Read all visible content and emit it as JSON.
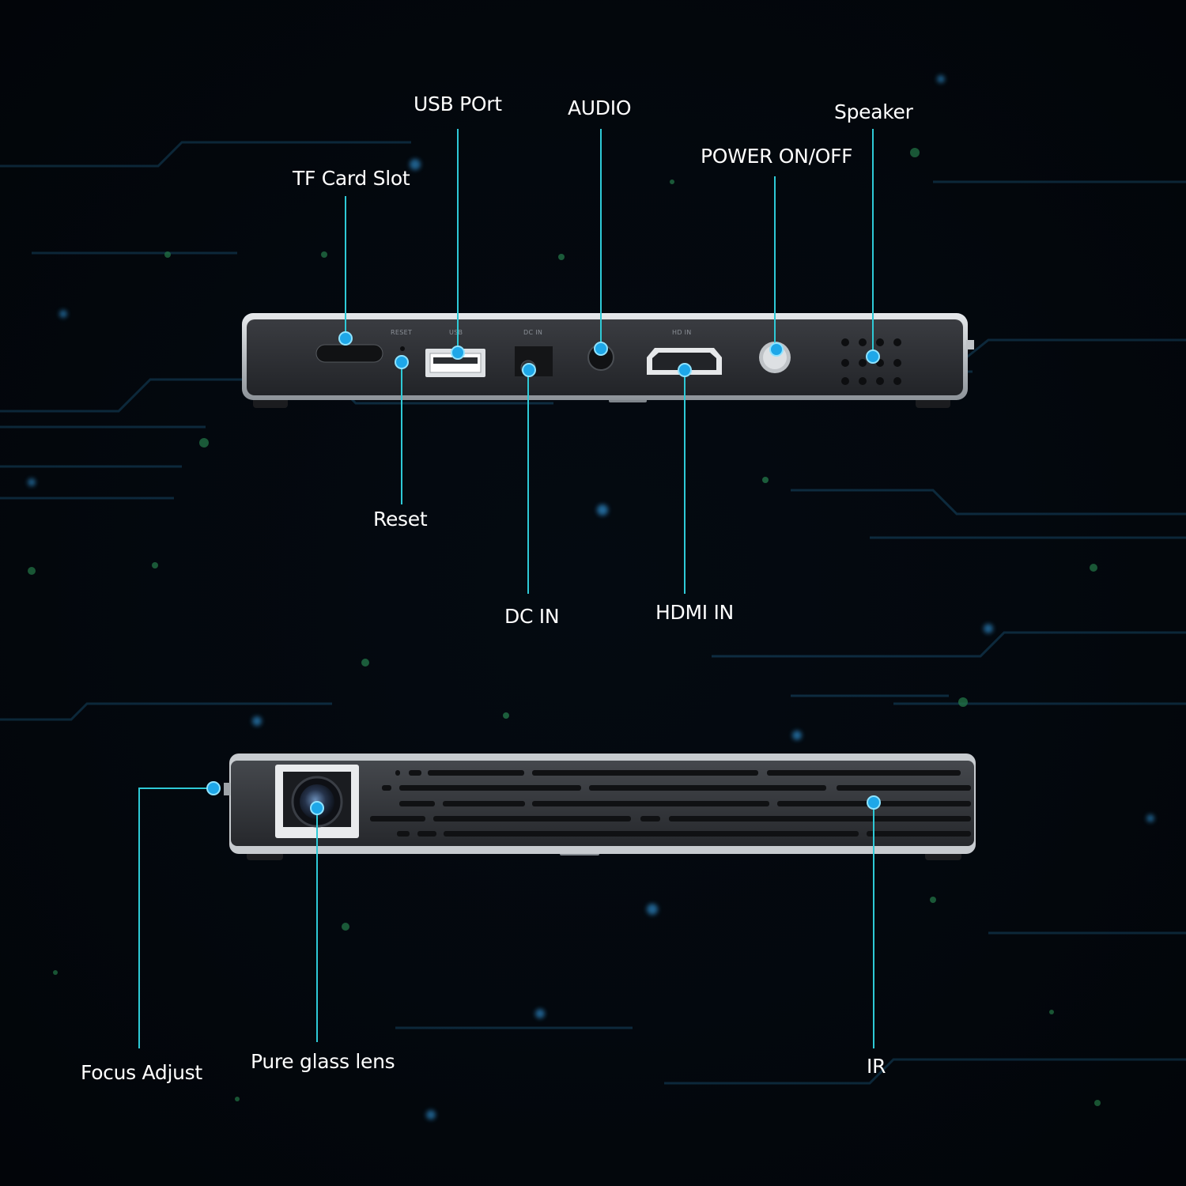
{
  "back_panel": {
    "port_labels": {
      "reset": "RESET",
      "usb": "USB",
      "dc_in": "DC IN",
      "audio": "\u0001\u0001",
      "hdmi": "HD IN"
    },
    "callouts": {
      "tf_card_slot": "TF Card Slot",
      "usb_port": "USB POrt",
      "audio": "AUDIO",
      "power": "POWER ON/OFF",
      "speaker": "Speaker",
      "reset": "Reset",
      "dc_in": "DC IN",
      "hdmi_in": "HDMI IN"
    }
  },
  "side_panel": {
    "callouts": {
      "focus_adjust": "Focus Adjust",
      "lens": "Pure glass lens",
      "ir": "IR"
    }
  },
  "colors": {
    "background": "#03070d",
    "callout_line": "#2ec9d6",
    "callout_dot": "#1ea7e8",
    "device_body": "#2a2c30",
    "device_rim": "#c9cdd2",
    "label_text": "#ffffff"
  }
}
